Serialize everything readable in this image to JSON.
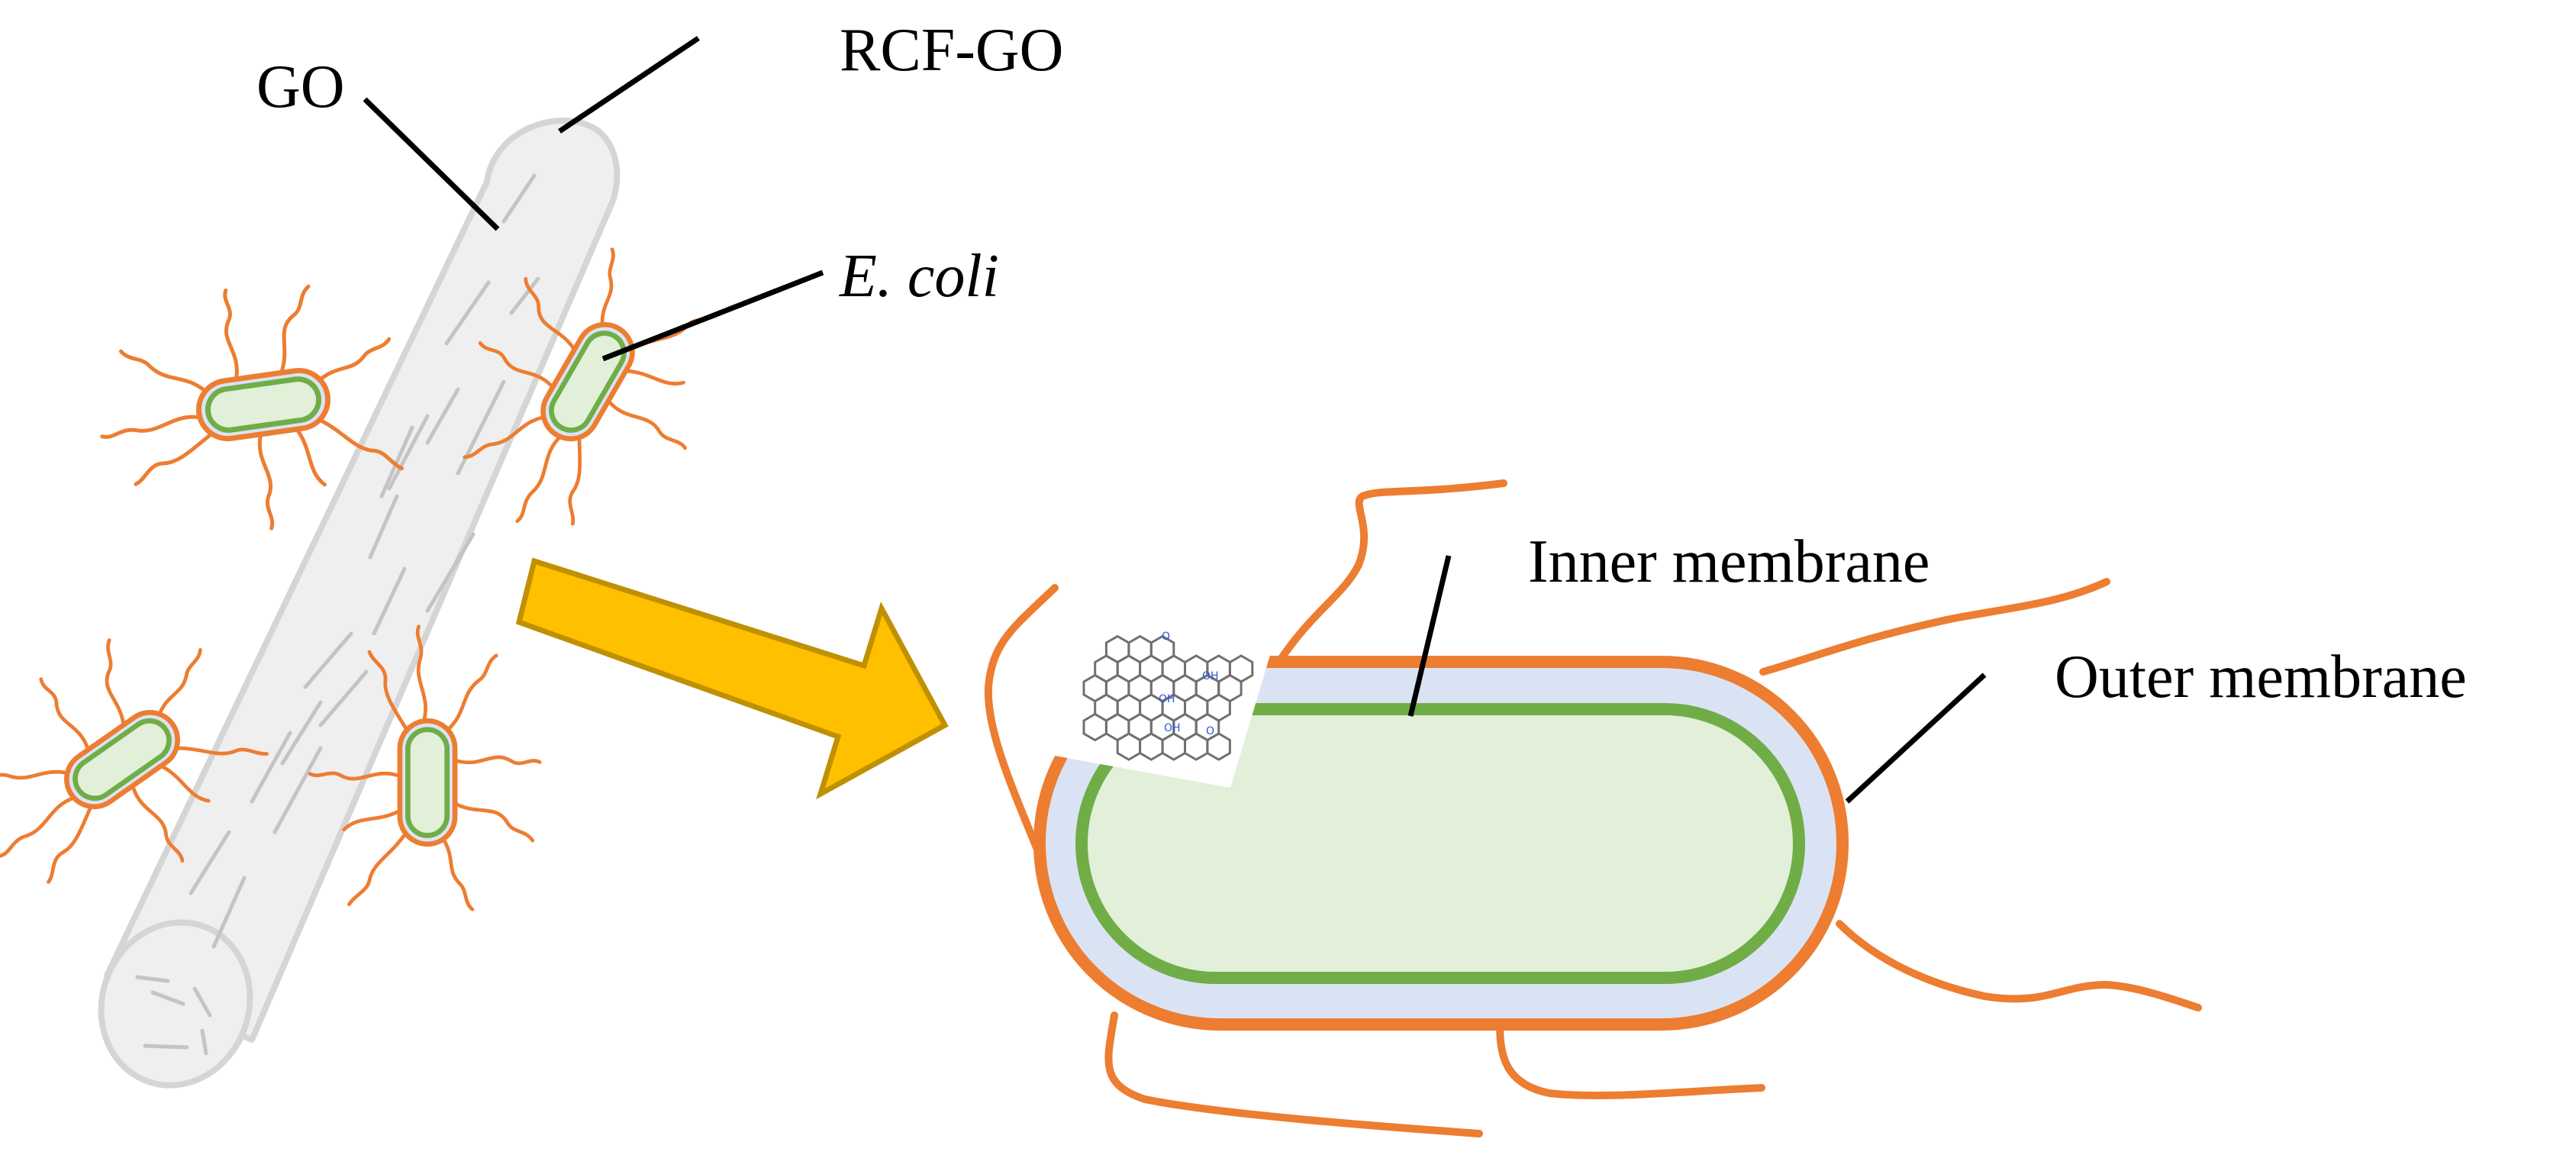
{
  "labels": {
    "go": "GO",
    "rcf_go": "RCF-GO",
    "e_coli": "E. coli",
    "inner_membrane": "Inner membrane",
    "outer_membrane": "Outer membrane"
  },
  "graphene_sheet_labels": {
    "o1": "O",
    "oh1": "OH",
    "oh2": "OH",
    "oh3": "OH",
    "o2": "O"
  },
  "colors": {
    "fiber_fill": "#efefef",
    "fiber_stroke": "#d5d5d5",
    "fiber_streak": "#c4c4c4",
    "outer_membrane": "#ed7d31",
    "periplasm": "#dae3f3",
    "inner_membrane": "#70ad47",
    "cytoplasm": "#e2efd9",
    "arrow_fill": "#ffc000",
    "arrow_stroke": "#bf9000",
    "leader_line": "#000000",
    "graphene_lines": "#707070",
    "graphene_groups": "#2f55d4"
  }
}
